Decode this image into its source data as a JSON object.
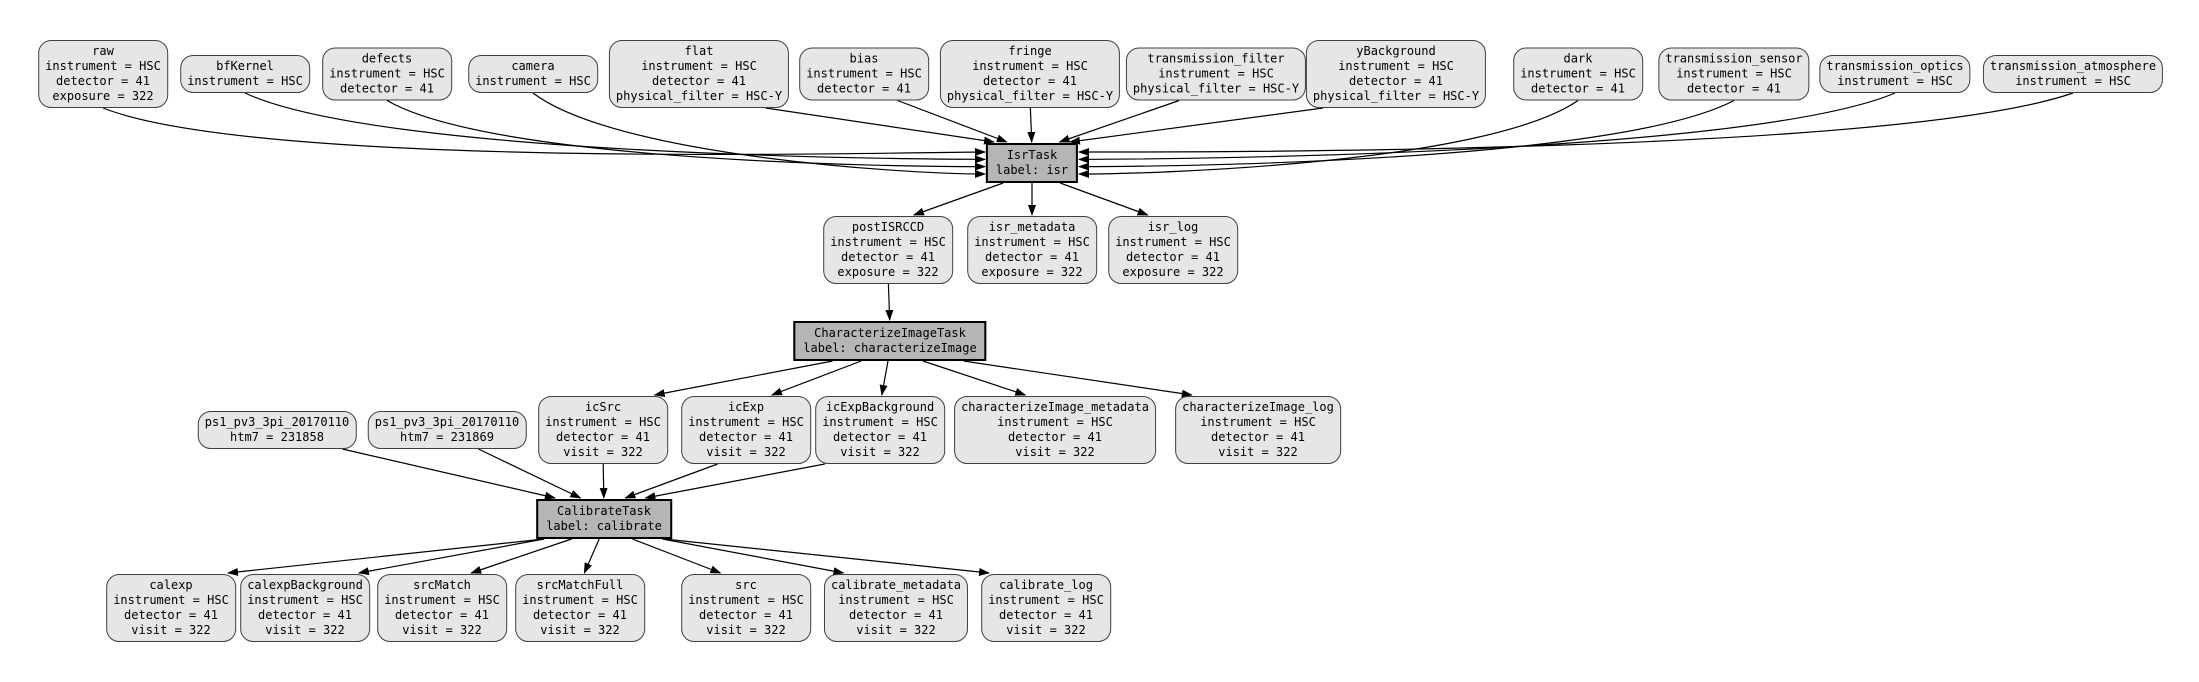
{
  "diagram": {
    "kind": "pipeline-quantum-graph",
    "colors": {
      "background": "#ffffff",
      "dataset_fill": "#e6e6e6",
      "dataset_border": "#404040",
      "task_fill": "#b5b5b5",
      "task_border": "#000000",
      "edge": "#000000",
      "text": "#000000"
    }
  },
  "nodes": [
    {
      "id": "raw",
      "kind": "dataset",
      "title": "raw",
      "attrs": [
        "instrument = HSC",
        "detector = 41",
        "exposure = 322"
      ]
    },
    {
      "id": "bfKernel",
      "kind": "dataset",
      "title": "bfKernel",
      "attrs": [
        "instrument = HSC"
      ]
    },
    {
      "id": "defects",
      "kind": "dataset",
      "title": "defects",
      "attrs": [
        "instrument = HSC",
        "detector = 41"
      ]
    },
    {
      "id": "camera",
      "kind": "dataset",
      "title": "camera",
      "attrs": [
        "instrument = HSC"
      ]
    },
    {
      "id": "flat",
      "kind": "dataset",
      "title": "flat",
      "attrs": [
        "instrument = HSC",
        "detector = 41",
        "physical_filter = HSC-Y"
      ]
    },
    {
      "id": "bias",
      "kind": "dataset",
      "title": "bias",
      "attrs": [
        "instrument = HSC",
        "detector = 41"
      ]
    },
    {
      "id": "fringe",
      "kind": "dataset",
      "title": "fringe",
      "attrs": [
        "instrument = HSC",
        "detector = 41",
        "physical_filter = HSC-Y"
      ]
    },
    {
      "id": "transmission_filter",
      "kind": "dataset",
      "title": "transmission_filter",
      "attrs": [
        "instrument = HSC",
        "physical_filter = HSC-Y"
      ]
    },
    {
      "id": "yBackground",
      "kind": "dataset",
      "title": "yBackground",
      "attrs": [
        "instrument = HSC",
        "detector = 41",
        "physical_filter = HSC-Y"
      ]
    },
    {
      "id": "dark",
      "kind": "dataset",
      "title": "dark",
      "attrs": [
        "instrument = HSC",
        "detector = 41"
      ]
    },
    {
      "id": "transmission_sensor",
      "kind": "dataset",
      "title": "transmission_sensor",
      "attrs": [
        "instrument = HSC",
        "detector = 41"
      ]
    },
    {
      "id": "transmission_optics",
      "kind": "dataset",
      "title": "transmission_optics",
      "attrs": [
        "instrument = HSC"
      ]
    },
    {
      "id": "transmission_atmosphere",
      "kind": "dataset",
      "title": "transmission_atmosphere",
      "attrs": [
        "instrument = HSC"
      ]
    },
    {
      "id": "isr",
      "kind": "task",
      "title": "IsrTask",
      "attrs": [
        "label: isr"
      ]
    },
    {
      "id": "postISRCCD",
      "kind": "dataset",
      "title": "postISRCCD",
      "attrs": [
        "instrument = HSC",
        "detector = 41",
        "exposure = 322"
      ]
    },
    {
      "id": "isr_metadata",
      "kind": "dataset",
      "title": "isr_metadata",
      "attrs": [
        "instrument = HSC",
        "detector = 41",
        "exposure = 322"
      ]
    },
    {
      "id": "isr_log",
      "kind": "dataset",
      "title": "isr_log",
      "attrs": [
        "instrument = HSC",
        "detector = 41",
        "exposure = 322"
      ]
    },
    {
      "id": "characterizeImage",
      "kind": "task",
      "title": "CharacterizeImageTask",
      "attrs": [
        "label: characterizeImage"
      ]
    },
    {
      "id": "ps1_a",
      "kind": "dataset",
      "title": "ps1_pv3_3pi_20170110",
      "attrs": [
        "htm7 = 231858"
      ]
    },
    {
      "id": "ps1_b",
      "kind": "dataset",
      "title": "ps1_pv3_3pi_20170110",
      "attrs": [
        "htm7 = 231869"
      ]
    },
    {
      "id": "icSrc",
      "kind": "dataset",
      "title": "icSrc",
      "attrs": [
        "instrument = HSC",
        "detector = 41",
        "visit = 322"
      ]
    },
    {
      "id": "icExp",
      "kind": "dataset",
      "title": "icExp",
      "attrs": [
        "instrument = HSC",
        "detector = 41",
        "visit = 322"
      ]
    },
    {
      "id": "icExpBackground",
      "kind": "dataset",
      "title": "icExpBackground",
      "attrs": [
        "instrument = HSC",
        "detector = 41",
        "visit = 322"
      ]
    },
    {
      "id": "characterizeImage_metadata",
      "kind": "dataset",
      "title": "characterizeImage_metadata",
      "attrs": [
        "instrument = HSC",
        "detector = 41",
        "visit = 322"
      ]
    },
    {
      "id": "characterizeImage_log",
      "kind": "dataset",
      "title": "characterizeImage_log",
      "attrs": [
        "instrument = HSC",
        "detector = 41",
        "visit = 322"
      ]
    },
    {
      "id": "calibrate",
      "kind": "task",
      "title": "CalibrateTask",
      "attrs": [
        "label: calibrate"
      ]
    },
    {
      "id": "calexp",
      "kind": "dataset",
      "title": "calexp",
      "attrs": [
        "instrument = HSC",
        "detector = 41",
        "visit = 322"
      ]
    },
    {
      "id": "calexpBackground",
      "kind": "dataset",
      "title": "calexpBackground",
      "attrs": [
        "instrument = HSC",
        "detector = 41",
        "visit = 322"
      ]
    },
    {
      "id": "srcMatch",
      "kind": "dataset",
      "title": "srcMatch",
      "attrs": [
        "instrument = HSC",
        "detector = 41",
        "visit = 322"
      ]
    },
    {
      "id": "srcMatchFull",
      "kind": "dataset",
      "title": "srcMatchFull",
      "attrs": [
        "instrument = HSC",
        "detector = 41",
        "visit = 322"
      ]
    },
    {
      "id": "src",
      "kind": "dataset",
      "title": "src",
      "attrs": [
        "instrument = HSC",
        "detector = 41",
        "visit = 322"
      ]
    },
    {
      "id": "calibrate_metadata",
      "kind": "dataset",
      "title": "calibrate_metadata",
      "attrs": [
        "instrument = HSC",
        "detector = 41",
        "visit = 322"
      ]
    },
    {
      "id": "calibrate_log",
      "kind": "dataset",
      "title": "calibrate_log",
      "attrs": [
        "instrument = HSC",
        "detector = 41",
        "visit = 322"
      ]
    }
  ],
  "edges": [
    {
      "from": "raw",
      "to": "isr"
    },
    {
      "from": "bfKernel",
      "to": "isr"
    },
    {
      "from": "defects",
      "to": "isr"
    },
    {
      "from": "camera",
      "to": "isr"
    },
    {
      "from": "flat",
      "to": "isr"
    },
    {
      "from": "bias",
      "to": "isr"
    },
    {
      "from": "fringe",
      "to": "isr"
    },
    {
      "from": "transmission_filter",
      "to": "isr"
    },
    {
      "from": "yBackground",
      "to": "isr"
    },
    {
      "from": "dark",
      "to": "isr"
    },
    {
      "from": "transmission_sensor",
      "to": "isr"
    },
    {
      "from": "transmission_optics",
      "to": "isr"
    },
    {
      "from": "transmission_atmosphere",
      "to": "isr"
    },
    {
      "from": "isr",
      "to": "postISRCCD"
    },
    {
      "from": "isr",
      "to": "isr_metadata"
    },
    {
      "from": "isr",
      "to": "isr_log"
    },
    {
      "from": "postISRCCD",
      "to": "characterizeImage"
    },
    {
      "from": "characterizeImage",
      "to": "icSrc"
    },
    {
      "from": "characterizeImage",
      "to": "icExp"
    },
    {
      "from": "characterizeImage",
      "to": "icExpBackground"
    },
    {
      "from": "characterizeImage",
      "to": "characterizeImage_metadata"
    },
    {
      "from": "characterizeImage",
      "to": "characterizeImage_log"
    },
    {
      "from": "ps1_a",
      "to": "calibrate"
    },
    {
      "from": "ps1_b",
      "to": "calibrate"
    },
    {
      "from": "icSrc",
      "to": "calibrate"
    },
    {
      "from": "icExp",
      "to": "calibrate"
    },
    {
      "from": "icExpBackground",
      "to": "calibrate"
    },
    {
      "from": "calibrate",
      "to": "calexp"
    },
    {
      "from": "calibrate",
      "to": "calexpBackground"
    },
    {
      "from": "calibrate",
      "to": "srcMatch"
    },
    {
      "from": "calibrate",
      "to": "srcMatchFull"
    },
    {
      "from": "calibrate",
      "to": "src"
    },
    {
      "from": "calibrate",
      "to": "calibrate_metadata"
    },
    {
      "from": "calibrate",
      "to": "calibrate_log"
    }
  ]
}
